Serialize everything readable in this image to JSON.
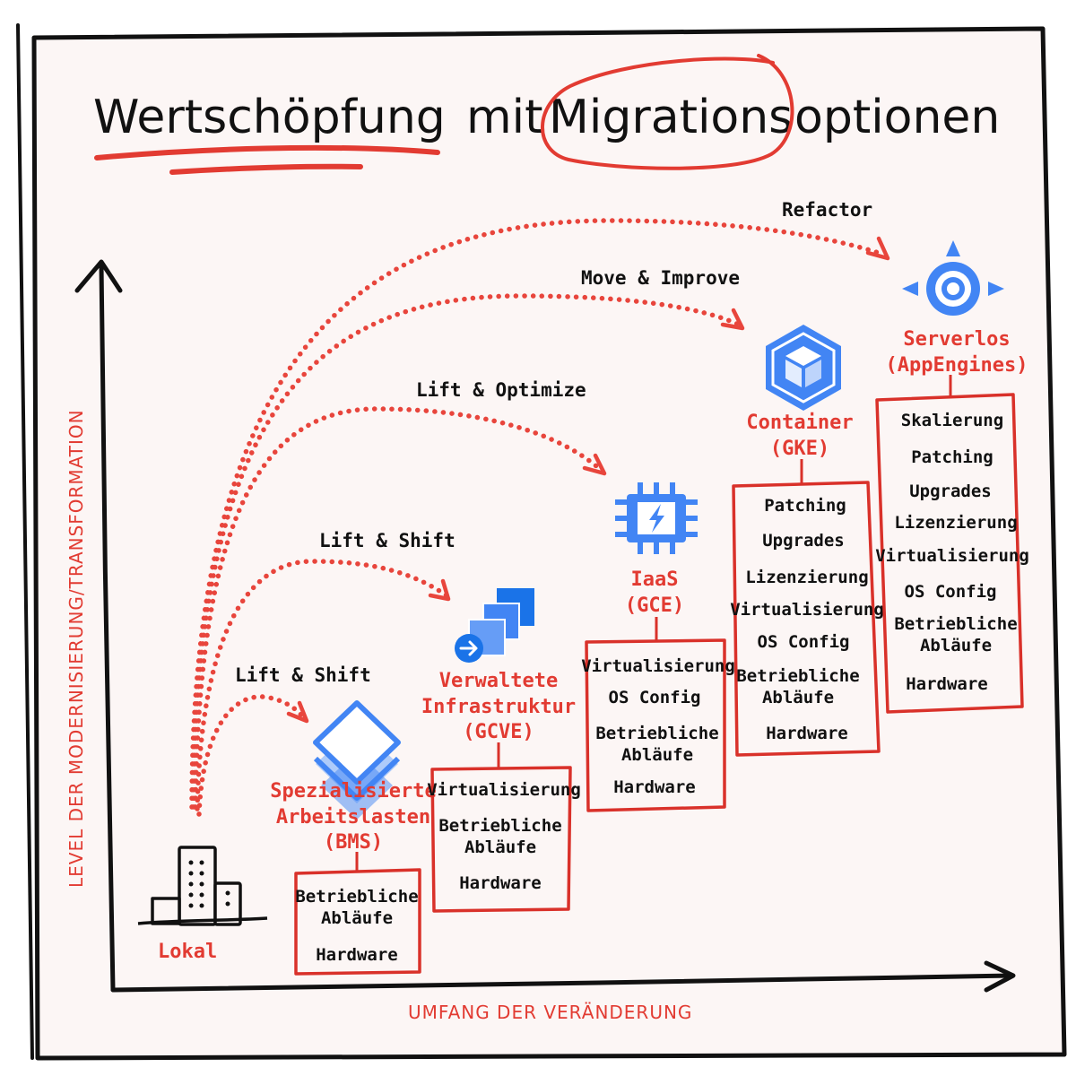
{
  "title": {
    "part1": "Wertschöpfung",
    "part2": "mit",
    "part3": "Migrations",
    "part4": "optionen"
  },
  "axes": {
    "y_label": "LEVEL DER MODERNISIERUNG/TRANSFORMATION",
    "x_label": "UMFANG DER VERÄNDERUNG"
  },
  "origin": {
    "label": "Lokal",
    "icon": "buildings-icon"
  },
  "arcs": [
    {
      "label": "Lift & Shift"
    },
    {
      "label": "Lift & Shift"
    },
    {
      "label": "Lift & Optimize"
    },
    {
      "label": "Move & Improve"
    },
    {
      "label": "Refactor"
    }
  ],
  "stages": [
    {
      "label_lines": [
        "Spezialisierte",
        "Arbeitslasten",
        "(BMS)"
      ],
      "icon": "stacked-layers-icon",
      "items": [
        "Betriebliche",
        "Abläufe",
        "Hardware"
      ]
    },
    {
      "label_lines": [
        "Verwaltete",
        "Infrastruktur",
        "(GCVE)"
      ],
      "icon": "vmware-engine-icon",
      "items": [
        "Virtualisierung",
        "Betriebliche",
        "Abläufe",
        "Hardware"
      ]
    },
    {
      "label_lines": [
        "IaaS",
        "(GCE)"
      ],
      "icon": "compute-chip-icon",
      "items": [
        "Virtualisierung",
        "OS Config",
        "Betriebliche",
        "Abläufe",
        "Hardware"
      ]
    },
    {
      "label_lines": [
        "Container",
        "(GKE)"
      ],
      "icon": "kubernetes-cube-icon",
      "items": [
        "Patching",
        "Upgrades",
        "Lizenzierung",
        "Virtualisierung",
        "OS Config",
        "Betriebliche",
        "Abläufe",
        "Hardware"
      ]
    },
    {
      "label_lines": [
        "Serverlos",
        "(AppEngines)"
      ],
      "icon": "app-engine-icon",
      "items": [
        "Skalierung",
        "Patching",
        "Upgrades",
        "Lizenzierung",
        "Virtualisierung",
        "OS Config",
        "Betriebliche",
        "Abläufe",
        "Hardware"
      ]
    }
  ],
  "colors": {
    "accent_red": "#e23b32",
    "icon_blue": "#4285f4",
    "ink": "#111111",
    "paper": "#fcf6f5"
  }
}
